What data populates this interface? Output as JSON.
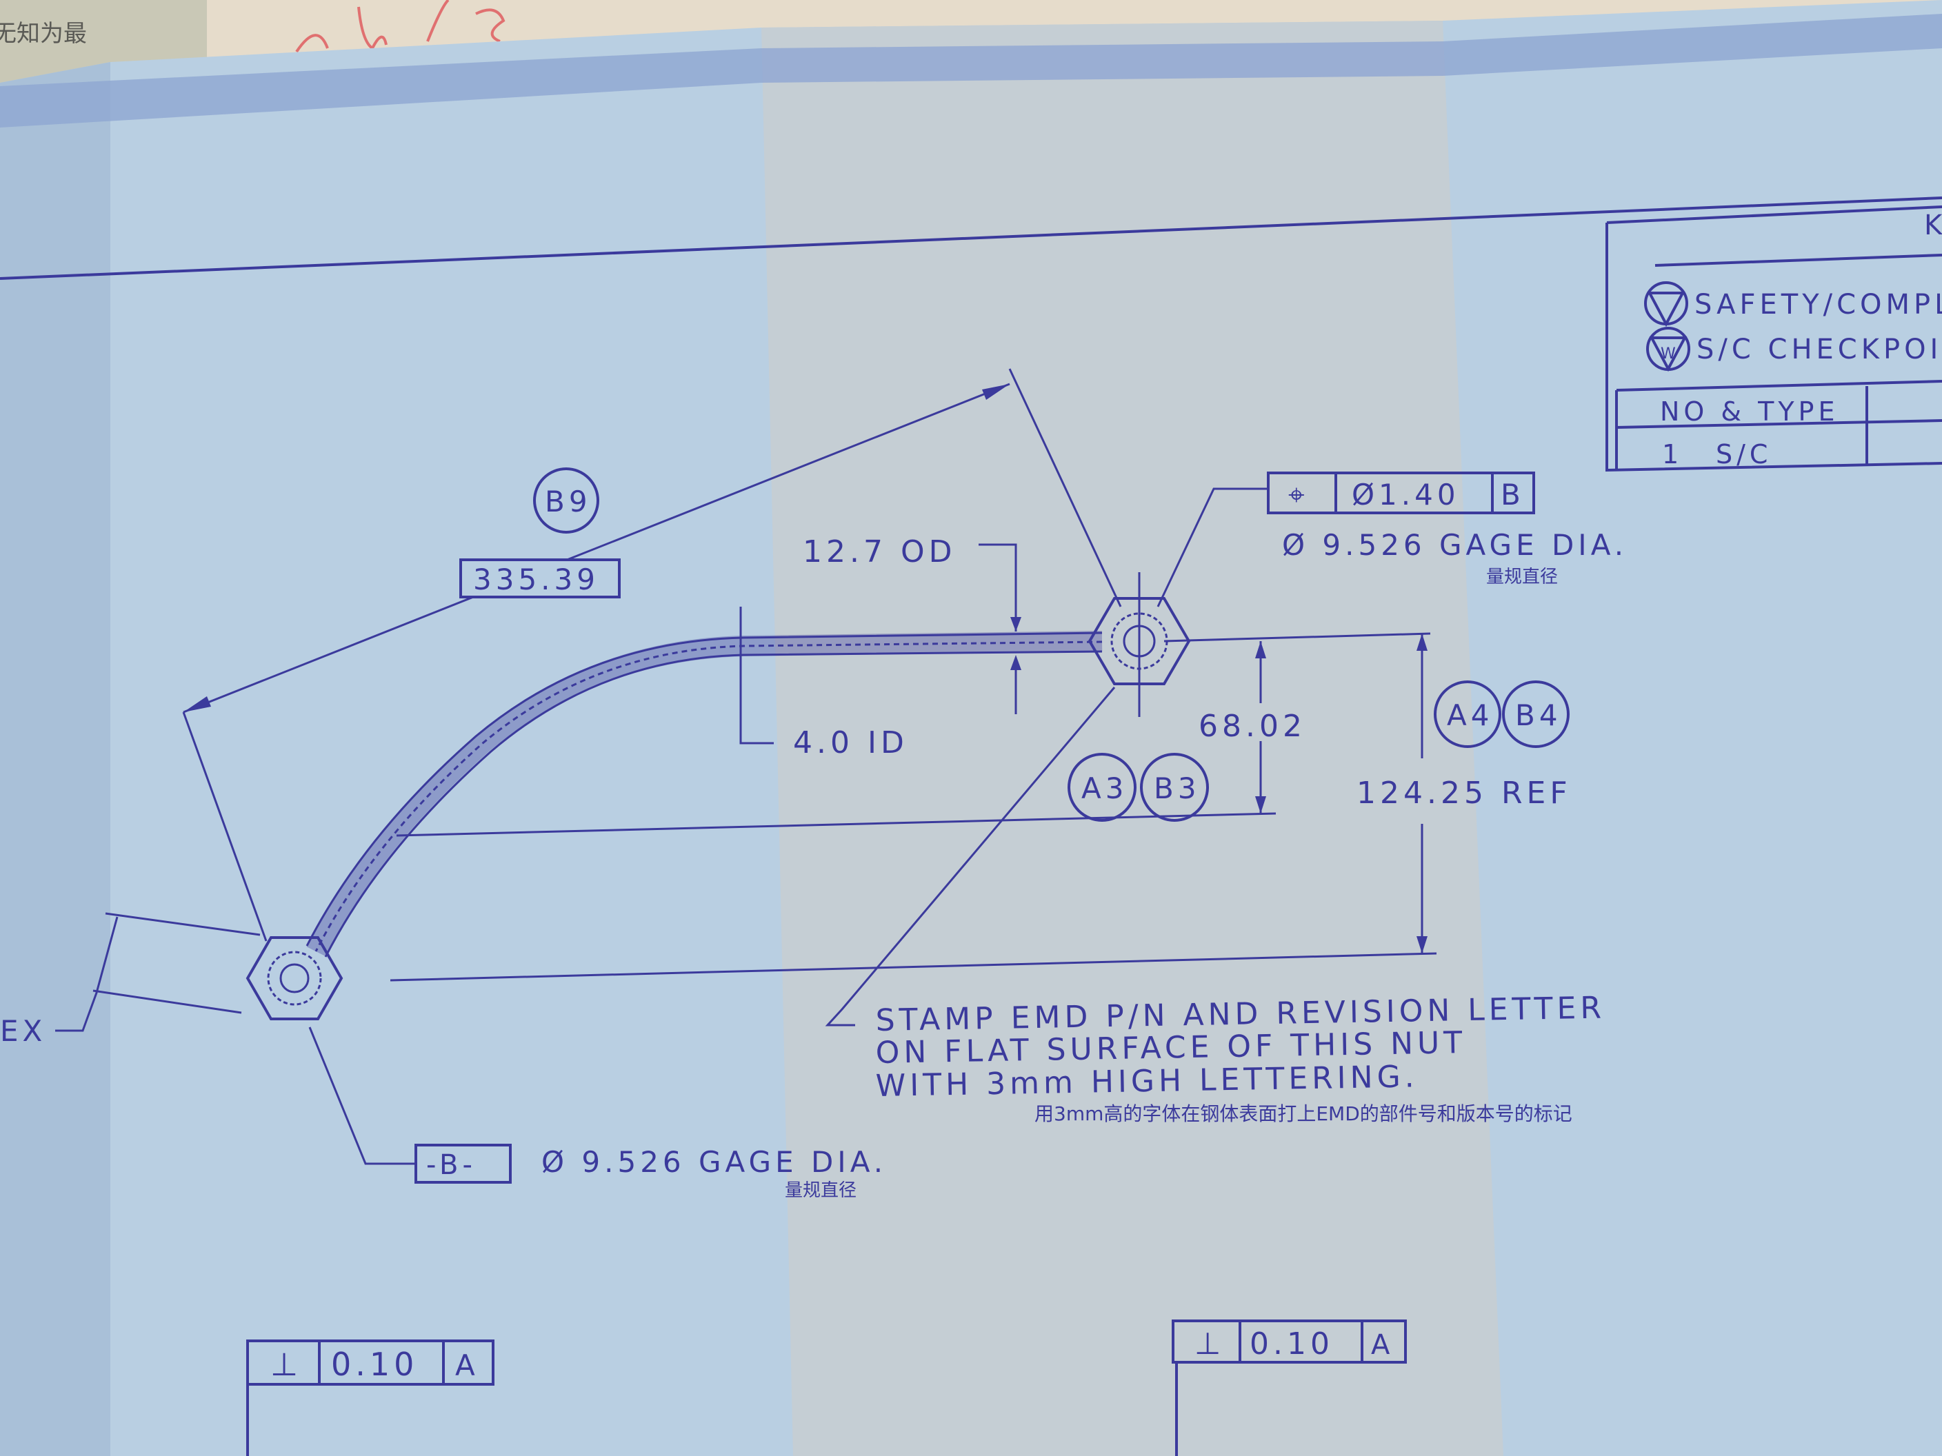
{
  "colors": {
    "ink": "#3b3a9c",
    "paper": "#b9cfe2",
    "center_panel": "#c5ced4",
    "background": "#e8dccb"
  },
  "background_note_text": "无知为最",
  "balloons": {
    "b9": "B9",
    "a3": "A3",
    "b3": "B3",
    "a4": "A4",
    "b4": "B4"
  },
  "dimensions": {
    "length": "335.39",
    "od": "12.7 OD",
    "id": "4.0 ID",
    "offset": "68.02",
    "height_ref": "124.25 REF",
    "hex_label_partial": "EX"
  },
  "position_tolerance": {
    "symbol": "⌖",
    "value": "Ø1.40",
    "datum": "B"
  },
  "gage_dia_top": {
    "text": "Ø 9.526 GAGE DIA.",
    "cn": "量规直径"
  },
  "datum_b": {
    "label": "-B-",
    "text": "Ø 9.526 GAGE DIA.",
    "cn": "量规直径"
  },
  "stamp_note": {
    "lines": [
      "STAMP EMD P/N AND REVISION LETTER",
      "ON FLAT SURFACE OF THIS NUT",
      "WITH 3mm HIGH LETTERING."
    ],
    "cn": "用3mm高的字体在钢体表面打上EMD的部件号和版本号的标记"
  },
  "perpendicularity_left": {
    "symbol": "⊥",
    "value": "0.10",
    "datum": "A"
  },
  "perpendicularity_right": {
    "symbol": "⊥",
    "value": "0.10",
    "datum": "A"
  },
  "title_block": {
    "corner_letter": "K",
    "legend": [
      {
        "icon": "safety-compliance-symbol",
        "text": "SAFETY/COMPLIA"
      },
      {
        "icon": "sc-checkpoint-symbol",
        "text": "S/C CHECKPOINT"
      }
    ],
    "table_header": "NO & TYPE",
    "row_no": "1",
    "row_type": "S/C"
  }
}
